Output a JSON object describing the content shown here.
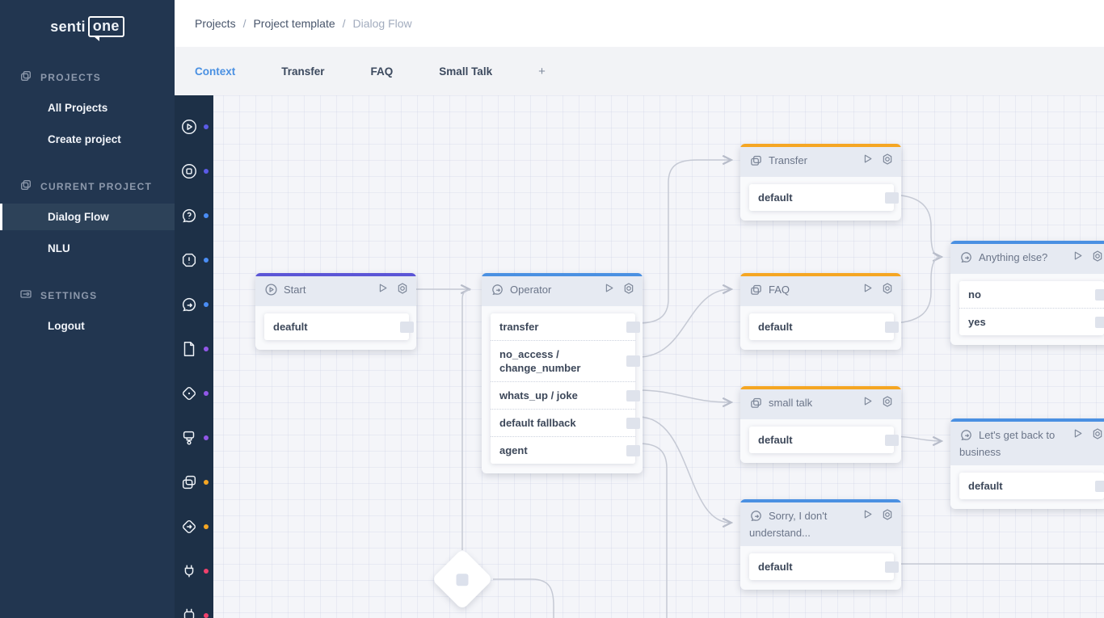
{
  "app": {
    "logo_part1": "senti",
    "logo_part2": "one"
  },
  "breadcrumb": {
    "items": [
      "Projects",
      "Project template",
      "Dialog Flow"
    ],
    "separator": "/"
  },
  "tabs": {
    "active": "Context",
    "items": [
      "Context",
      "Transfer",
      "FAQ",
      "Small Talk"
    ],
    "add_label": "+"
  },
  "sidebar": {
    "sections": [
      {
        "header": "PROJECTS",
        "icon": "stacked-projects-icon",
        "items": [
          {
            "label": "All Projects"
          },
          {
            "label": "Create project"
          }
        ]
      },
      {
        "header": "CURRENT PROJECT",
        "icon": "stacked-projects-icon",
        "items": [
          {
            "label": "Dialog Flow",
            "active": true
          },
          {
            "label": "NLU"
          }
        ]
      },
      {
        "header": "SETTINGS",
        "icon": "settings-icon",
        "items": [
          {
            "label": "Logout"
          }
        ]
      }
    ]
  },
  "toolbar": {
    "items": [
      {
        "name": "play-circle-icon",
        "dot_color": "#5b5be6"
      },
      {
        "name": "stop-circle-icon",
        "dot_color": "#5b5be6"
      },
      {
        "name": "question-bubble-icon",
        "dot_color": "#4a8df5"
      },
      {
        "name": "warning-hexagon-icon",
        "dot_color": "#4a8df5"
      },
      {
        "name": "chat-arrow-icon",
        "dot_color": "#4a8df5"
      },
      {
        "name": "document-icon",
        "dot_color": "#9257e8"
      },
      {
        "name": "diamond-dot-icon",
        "dot_color": "#9257e8"
      },
      {
        "name": "paint-roller-icon",
        "dot_color": "#9257e8"
      },
      {
        "name": "stacked-cards-icon",
        "dot_color": "#f5a623"
      },
      {
        "name": "diamond-arrow-icon",
        "dot_color": "#f5a623"
      },
      {
        "name": "plug-icon",
        "dot_color": "#f0416c"
      },
      {
        "name": "robot-icon",
        "dot_color": "#f0416c"
      }
    ]
  },
  "canvas": {
    "nodes": [
      {
        "title": "Start",
        "accent_color": "#5b55d6",
        "icon": "play-circle-icon",
        "items": [
          {
            "label": "deafult"
          }
        ]
      },
      {
        "title": "Operator",
        "accent_color": "#4a90e2",
        "icon": "chat-arrow-icon",
        "items": [
          {
            "label": "transfer"
          },
          {
            "label": "no_access / change_number"
          },
          {
            "label": "whats_up / joke"
          },
          {
            "label": "default fallback"
          },
          {
            "label": "agent"
          }
        ]
      },
      {
        "title": "Transfer",
        "accent_color": "#f5a623",
        "icon": "stacked-cards-icon",
        "items": [
          {
            "label": "default"
          }
        ]
      },
      {
        "title": "FAQ",
        "accent_color": "#f5a623",
        "icon": "stacked-cards-icon",
        "items": [
          {
            "label": "default"
          }
        ]
      },
      {
        "title": "small talk",
        "accent_color": "#f5a623",
        "icon": "stacked-cards-icon",
        "items": [
          {
            "label": "default"
          }
        ]
      },
      {
        "title": "Sorry, I don't understand...",
        "accent_color": "#4a90e2",
        "icon": "chat-arrow-icon",
        "items": [
          {
            "label": "default"
          }
        ]
      },
      {
        "title": "Anything else?",
        "accent_color": "#4a90e2",
        "icon": "chat-arrow-icon",
        "items": [
          {
            "label": "no"
          },
          {
            "label": "yes"
          }
        ]
      },
      {
        "title": "Let's get back to business",
        "accent_color": "#4a90e2",
        "icon": "chat-arrow-icon",
        "items": [
          {
            "label": "default"
          }
        ]
      }
    ],
    "connection_color": "#c5c9d4"
  }
}
